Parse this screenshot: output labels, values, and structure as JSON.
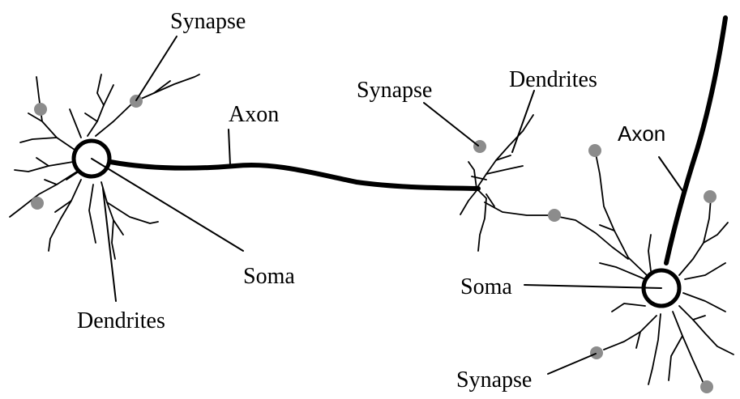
{
  "labels": {
    "synapse_top": "Synapse",
    "axon_left": "Axon",
    "synapse_mid": "Synapse",
    "dendrites_mid": "Dendrites",
    "axon_right": "Axon",
    "soma_left": "Soma",
    "dendrites_bottom": "Dendrites",
    "soma_right": "Soma",
    "synapse_bottom": "Synapse"
  },
  "colors": {
    "line": "#000000",
    "synapse_dot": "#8c8c8c",
    "background": "#ffffff"
  }
}
